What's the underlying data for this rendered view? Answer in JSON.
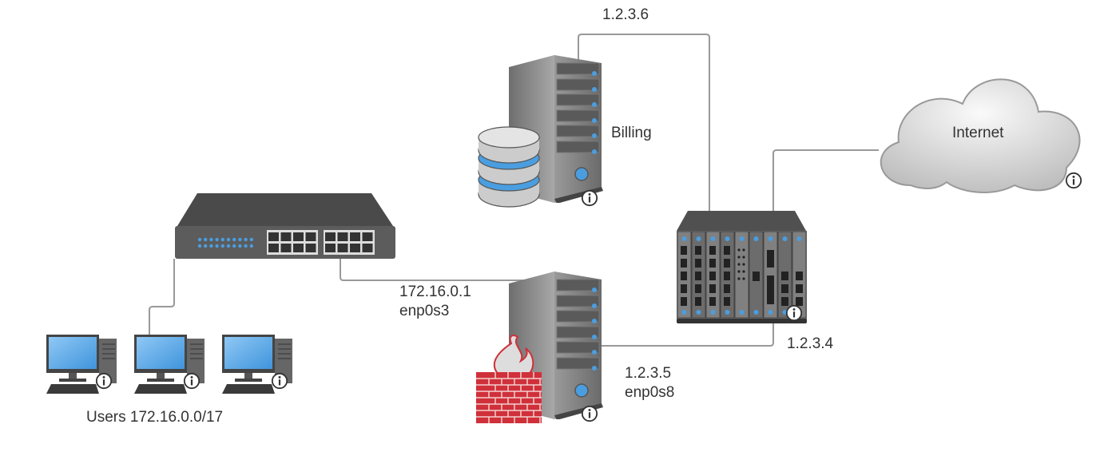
{
  "labels": {
    "billing_ip": "1.2.3.6",
    "billing": "Billing",
    "internet": "Internet",
    "gateway_ip": "172.16.0.1",
    "gateway_if": "enp0s3",
    "router_ip": "1.2.3.4",
    "firewall_ip": "1.2.3.5",
    "firewall_if": "enp0s8",
    "users": "Users 172.16.0.0/17"
  },
  "colors": {
    "wire": "#999999",
    "device_dark": "#555555",
    "led_blue": "#4a9ee0",
    "firewall_red": "#d0303a",
    "cloud": "#d6d6d6"
  },
  "nodes": [
    {
      "id": "switch",
      "icon": "network-switch-icon"
    },
    {
      "id": "billing-server",
      "icon": "database-server-icon"
    },
    {
      "id": "firewall-server",
      "icon": "firewall-server-icon"
    },
    {
      "id": "router",
      "icon": "router-chassis-icon"
    },
    {
      "id": "internet",
      "icon": "cloud-icon"
    },
    {
      "id": "user-pc-1",
      "icon": "desktop-pc-icon"
    },
    {
      "id": "user-pc-2",
      "icon": "desktop-pc-icon"
    },
    {
      "id": "user-pc-3",
      "icon": "desktop-pc-icon"
    }
  ]
}
